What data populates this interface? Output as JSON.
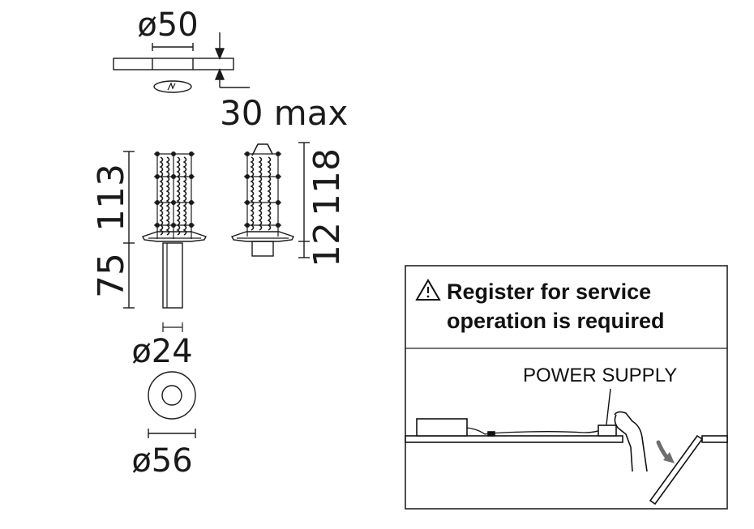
{
  "dimensions": {
    "top_diameter": "ø50",
    "thickness_max": "30 max",
    "height_upper": "113",
    "height_lower": "75",
    "side_height_upper": "118",
    "side_height_lower": "12",
    "stem_diameter": "ø24",
    "flange_diameter": "ø56"
  },
  "notice_box": {
    "warning_icon": "warning-triangle-icon",
    "title_line1": "Register for service",
    "title_line2": "operation is required",
    "component_label": "POWER SUPPLY"
  },
  "colors": {
    "line": "#1a1a1a",
    "arrow": "#6e6e6e",
    "box_border": "#222222"
  }
}
